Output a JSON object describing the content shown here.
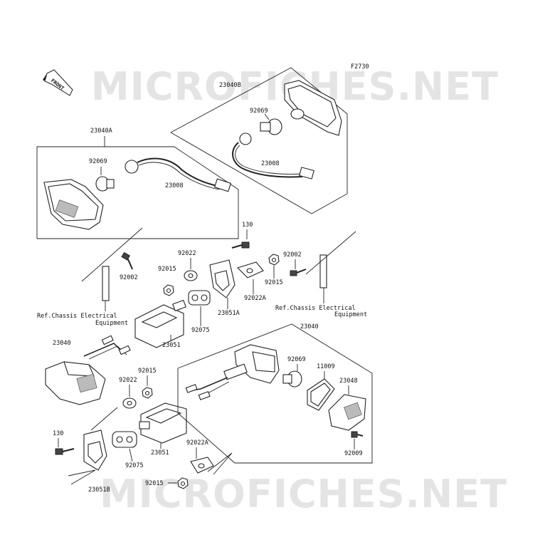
{
  "figure_code": "F2730",
  "watermark": "MICROFICHES.NET",
  "front_label": "FRONT",
  "labels": {
    "23040B": "23040B",
    "92069_top": "92069",
    "23008_top": "23008",
    "23040A": "23040A",
    "92069_left": "92069",
    "23008_left": "23008",
    "130_top": "130",
    "92022_top": "92022",
    "92002_right": "92002",
    "92015_left": "92015",
    "92002_left": "92002",
    "92015_right": "92015",
    "92022A_top": "92022A",
    "23051A": "23051A",
    "92075_top": "92075",
    "23051_top": "23051",
    "ref_left_1": "Ref.Chassis Electrical",
    "ref_left_2": "Equipment",
    "ref_right_1": "Ref.Chassis Electrical",
    "ref_right_2": "Equipment",
    "23040_left": "23040",
    "23040_right": "23040",
    "92015_mid": "92015",
    "92022_mid": "92022",
    "92069_right": "92069",
    "11009": "11009",
    "23048": "23048",
    "92009": "92009",
    "130_bottom": "130",
    "23051_bottom": "23051",
    "92022A_bottom": "92022A",
    "92075_bottom": "92075",
    "23051B": "23051B",
    "92015_bottom": "92015"
  }
}
